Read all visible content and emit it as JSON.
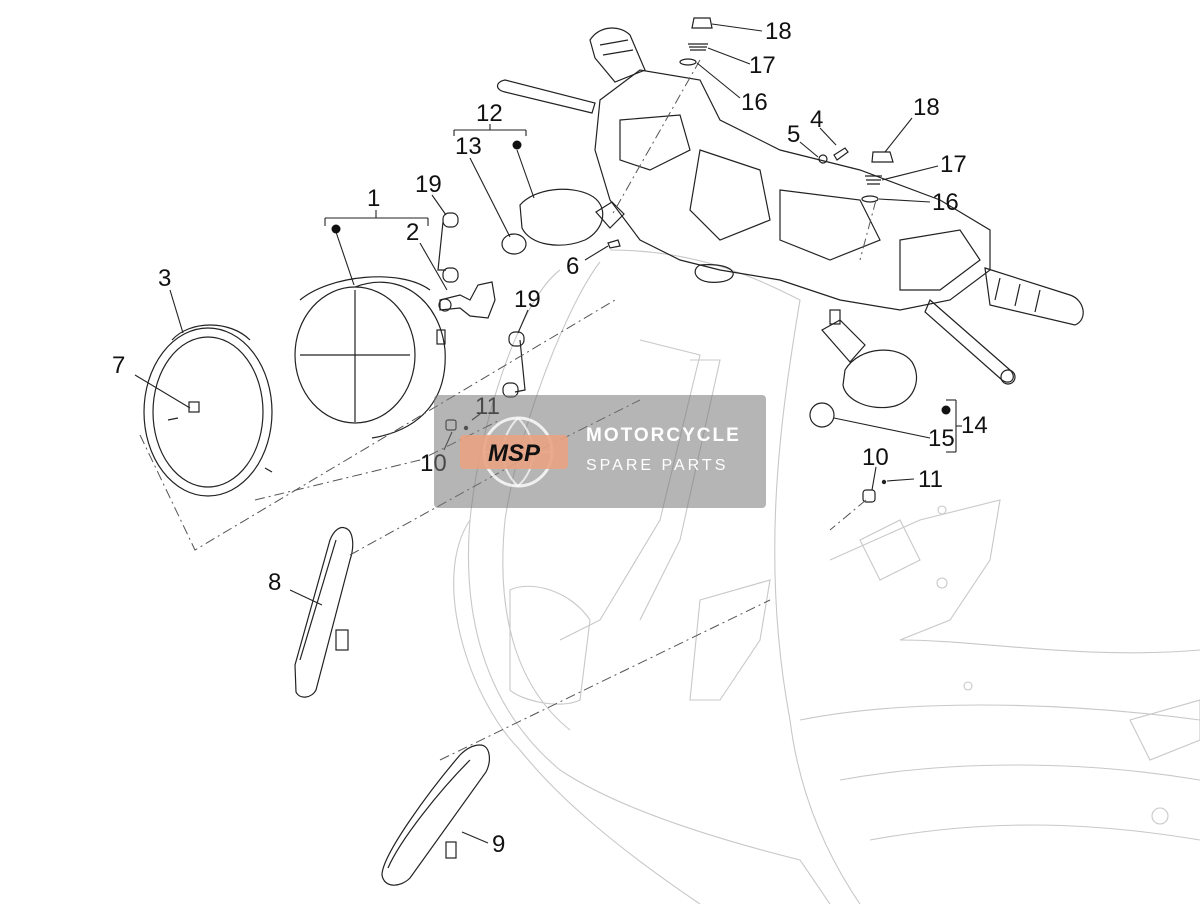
{
  "diagram": {
    "callouts": {
      "c1": "1",
      "c2": "2",
      "c3": "3",
      "c4": "4",
      "c5": "5",
      "c6": "6",
      "c7": "7",
      "c8": "8",
      "c9": "9",
      "c10a": "10",
      "c10b": "10",
      "c11a": "11",
      "c11b": "11",
      "c12": "12",
      "c13": "13",
      "c14": "14",
      "c15": "15",
      "c16a": "16",
      "c16b": "16",
      "c17a": "17",
      "c17b": "17",
      "c18a": "18",
      "c18b": "18",
      "c19a": "19",
      "c19b": "19"
    },
    "watermark": {
      "logo_text": "MSP",
      "line1": "MOTORCYCLE",
      "line2": "SPARE PARTS"
    }
  }
}
